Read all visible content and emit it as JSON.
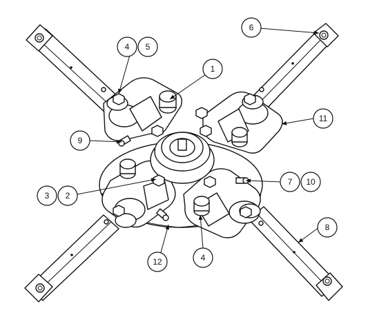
{
  "callouts": [
    {
      "id": "c1",
      "label": "1"
    },
    {
      "id": "c2",
      "label": "2"
    },
    {
      "id": "c3",
      "label": "3"
    },
    {
      "id": "c4a",
      "label": "4"
    },
    {
      "id": "c4b",
      "label": "4"
    },
    {
      "id": "c5",
      "label": "5"
    },
    {
      "id": "c6",
      "label": "6"
    },
    {
      "id": "c7",
      "label": "7"
    },
    {
      "id": "c8",
      "label": "8"
    },
    {
      "id": "c9",
      "label": "9"
    },
    {
      "id": "c10",
      "label": "10"
    },
    {
      "id": "c11",
      "label": "11"
    },
    {
      "id": "c12",
      "label": "12"
    }
  ]
}
